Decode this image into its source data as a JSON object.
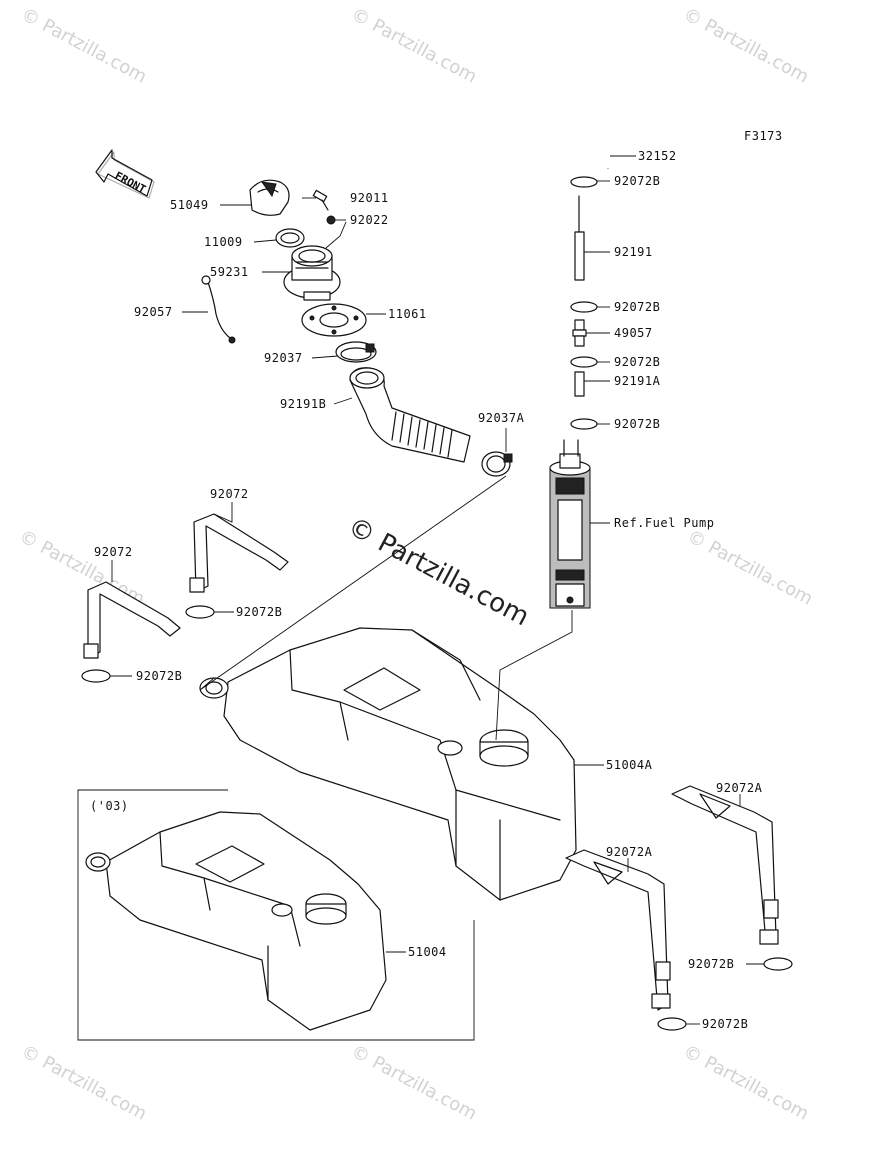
{
  "diagram": {
    "code": "F3173",
    "front_label": "FRONT",
    "box_label": "('03)",
    "watermark_small": "© Partzilla.com",
    "watermark_center": "© Partzilla.com"
  },
  "parts": [
    {
      "id": "p32152",
      "label": "32152"
    },
    {
      "id": "p92072B_1",
      "label": "92072B"
    },
    {
      "id": "p92191",
      "label": "92191"
    },
    {
      "id": "p92072B_2",
      "label": "92072B"
    },
    {
      "id": "p49057",
      "label": "49057"
    },
    {
      "id": "p92072B_3",
      "label": "92072B"
    },
    {
      "id": "p92191A",
      "label": "92191A"
    },
    {
      "id": "p92072B_4",
      "label": "92072B"
    },
    {
      "id": "pRefPump",
      "label": "Ref.Fuel Pump"
    },
    {
      "id": "p51049",
      "label": "51049"
    },
    {
      "id": "p92011",
      "label": "92011"
    },
    {
      "id": "p92022",
      "label": "92022"
    },
    {
      "id": "p11009",
      "label": "11009"
    },
    {
      "id": "p59231",
      "label": "59231"
    },
    {
      "id": "p92057",
      "label": "92057"
    },
    {
      "id": "p11061",
      "label": "11061"
    },
    {
      "id": "p92037",
      "label": "92037"
    },
    {
      "id": "p92191B",
      "label": "92191B"
    },
    {
      "id": "p92037A",
      "label": "92037A"
    },
    {
      "id": "p92072_1",
      "label": "92072"
    },
    {
      "id": "p92072_2",
      "label": "92072"
    },
    {
      "id": "p92072B_5",
      "label": "92072B"
    },
    {
      "id": "p92072B_6",
      "label": "92072B"
    },
    {
      "id": "p51004A",
      "label": "51004A"
    },
    {
      "id": "p92072A_1",
      "label": "92072A"
    },
    {
      "id": "p92072A_2",
      "label": "92072A"
    },
    {
      "id": "p51004",
      "label": "51004"
    },
    {
      "id": "p92072B_7",
      "label": "92072B"
    },
    {
      "id": "p92072B_8",
      "label": "92072B"
    }
  ]
}
